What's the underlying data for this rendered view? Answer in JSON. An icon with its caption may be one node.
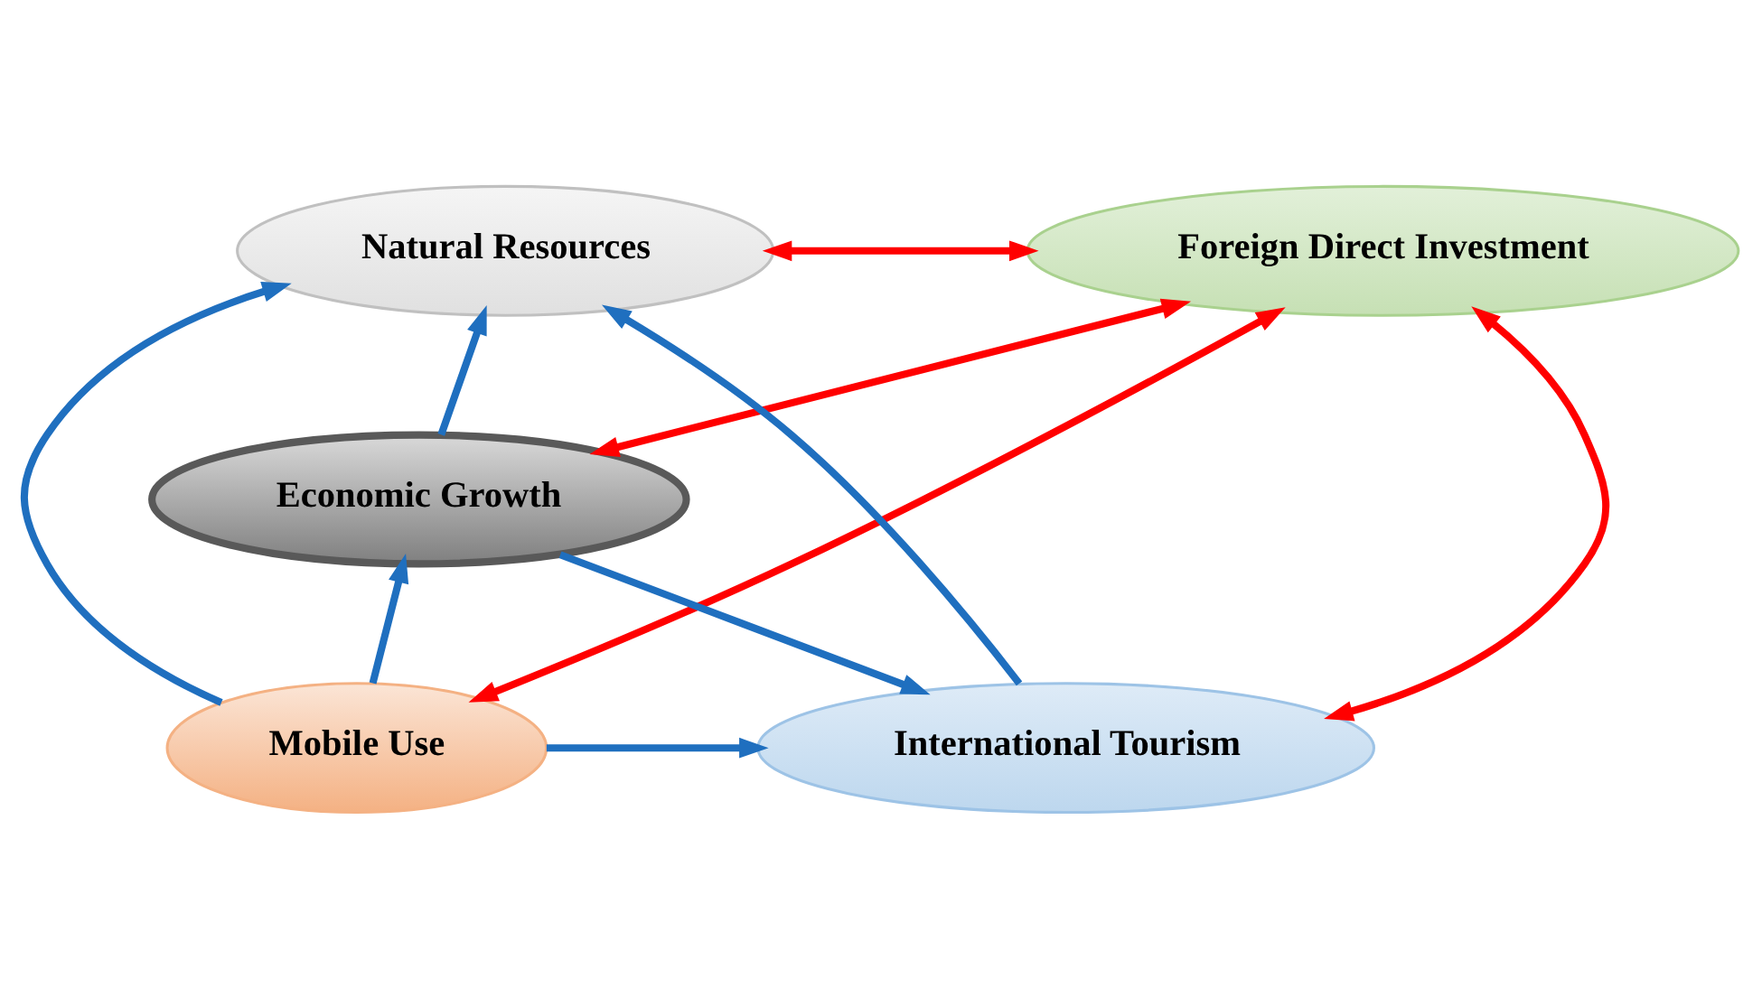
{
  "diagram": {
    "nodes": [
      {
        "text": [
          "Natural Resources"
        ]
      },
      {
        "text": [
          "Foreign Direct Investment"
        ]
      },
      {
        "text": [
          "Economic Growth"
        ]
      },
      {
        "text": [
          "Mobile Use"
        ]
      },
      {
        "text": [
          "International Tourism"
        ]
      }
    ],
    "edges": [
      {
        "from": 0,
        "to": 1,
        "arrow": "both",
        "color": "#ff0000"
      },
      {
        "from": 2,
        "to": 0,
        "arrow": "to"
      },
      {
        "from": 1,
        "to": 2,
        "arrow": "both",
        "color": "#ff0000"
      },
      {
        "from": 3,
        "to": 0,
        "arrow": "to"
      },
      {
        "from": 4,
        "to": 0,
        "arrow": "to"
      },
      {
        "from": 3,
        "to": 2,
        "arrow": "to"
      },
      {
        "from": 2,
        "to": 4,
        "arrow": "to"
      },
      {
        "from": 1,
        "to": 4,
        "arrow": "both",
        "color": "#ff0000"
      },
      {
        "from": 1,
        "to": 3,
        "arrow": "both",
        "color": "#ff0000"
      },
      {
        "from": 3,
        "to": 4,
        "arrow": "to"
      }
    ]
  }
}
